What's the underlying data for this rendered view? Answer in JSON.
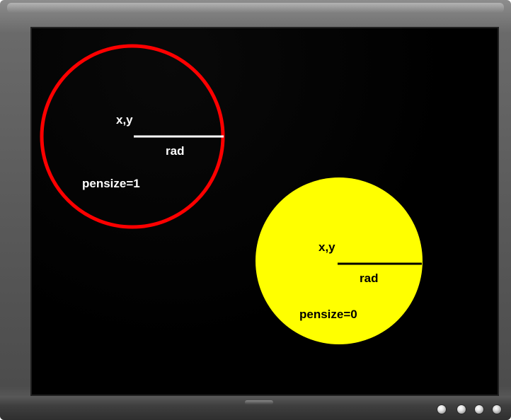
{
  "colors": {
    "screen_background": "#000000",
    "outline_circle_stroke": "#ff0000",
    "filled_circle_fill": "#ffff00",
    "outline_text_color": "#ffffff",
    "filled_text_color": "#000000"
  },
  "outline_circle": {
    "center_label": "x,y",
    "radius_label": "rad",
    "pensize_label": "pensize=1"
  },
  "filled_circle": {
    "center_label": "x,y",
    "radius_label": "rad",
    "pensize_label": "pensize=0"
  },
  "monitor_buttons": [
    {
      "icon": "round-button-icon"
    },
    {
      "icon": "round-button-icon"
    },
    {
      "icon": "round-button-icon"
    },
    {
      "icon": "power-button-icon"
    }
  ]
}
